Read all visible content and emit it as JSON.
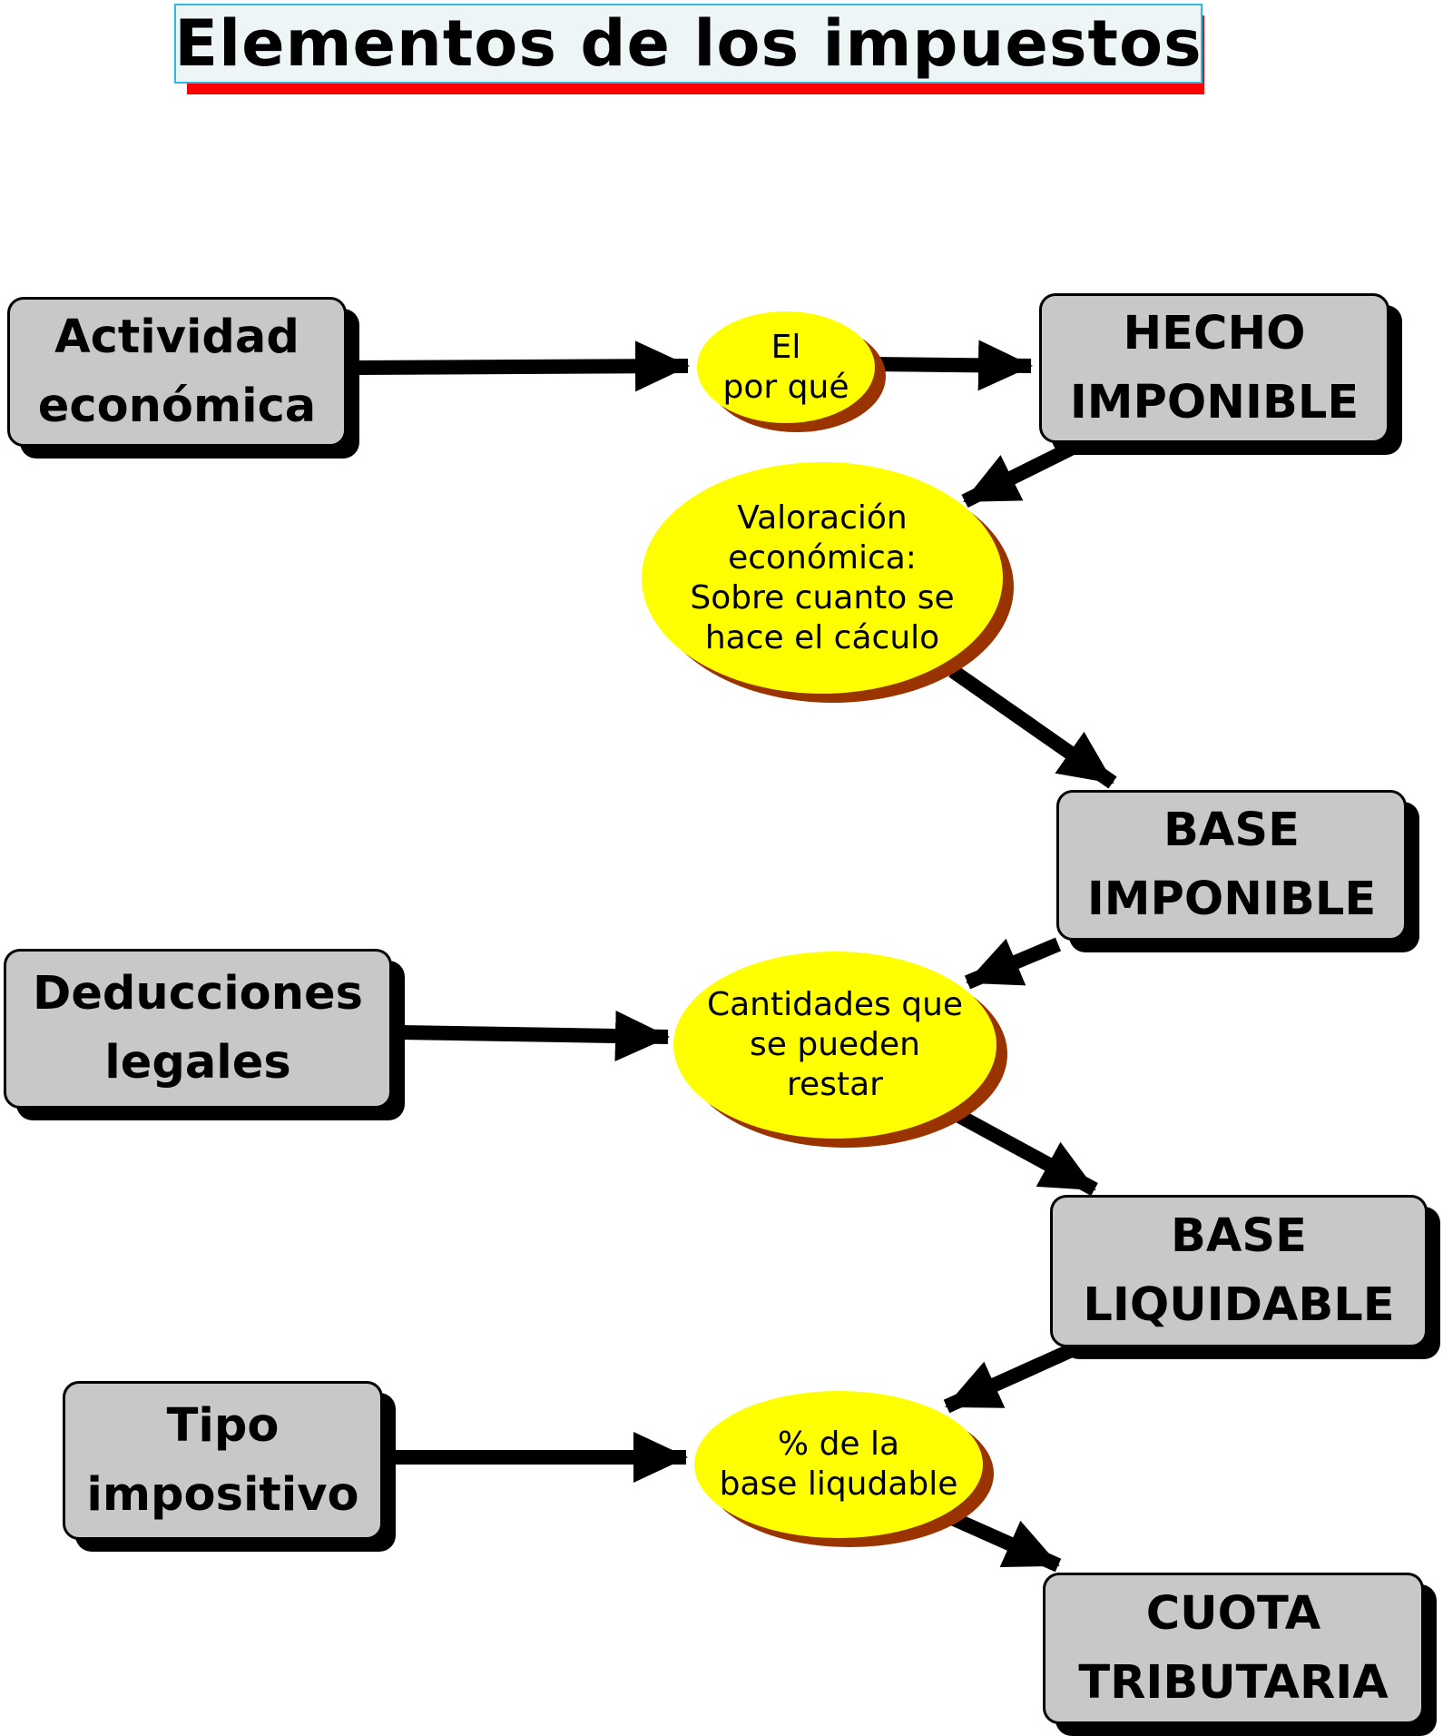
{
  "title": "Elementos de los impuestos",
  "boxes": {
    "actividad": [
      "Actividad",
      "económica"
    ],
    "hecho": [
      "HECHO",
      "IMPONIBLE"
    ],
    "base_imponible": [
      "BASE",
      "IMPONIBLE"
    ],
    "deducciones": [
      "Deducciones",
      "legales"
    ],
    "base_liquidable": [
      "BASE",
      "LIQUIDABLE"
    ],
    "tipo": [
      "Tipo",
      "impositivo"
    ],
    "cuota": [
      "CUOTA",
      "TRIBUTARIA"
    ]
  },
  "ellipses": {
    "por_que": [
      "El",
      "por qué"
    ],
    "valoracion": [
      "Valoración",
      "económica:",
      "Sobre cuanto se",
      "hace el cáculo"
    ],
    "cantidades": [
      "Cantidades que",
      "se pueden",
      "restar"
    ],
    "porcentaje": [
      "% de la",
      "base liqudable"
    ]
  },
  "colors": {
    "box_fill": "#c8c8c8",
    "ellipse_fill": "#ffff00",
    "ellipse_shadow": "#993300",
    "title_shadow": "#ff0000",
    "title_border": "#2fb8e0"
  }
}
